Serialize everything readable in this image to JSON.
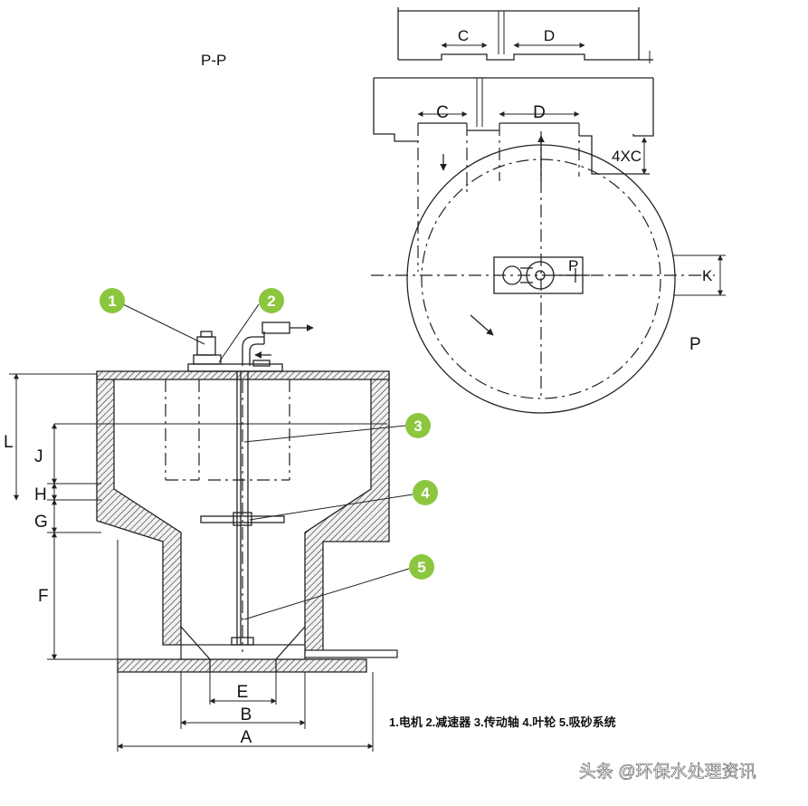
{
  "section_title": "P-P",
  "plan_label": "P",
  "dims": {
    "A": "A",
    "B": "B",
    "C": "C",
    "D": "D",
    "E": "E",
    "F": "F",
    "G": "G",
    "H": "H",
    "J": "J",
    "K": "K",
    "L": "L",
    "four_x_c": "4XC",
    "plan_p_small": "P"
  },
  "callouts": [
    "1",
    "2",
    "3",
    "4",
    "5"
  ],
  "legend": "1.电机 2.减速器 3.传动轴 4.叶轮 5.吸砂系统",
  "watermark": "头条 @环保水处理资讯",
  "colors": {
    "callout_green": "#8cc63f",
    "line": "#222222"
  }
}
